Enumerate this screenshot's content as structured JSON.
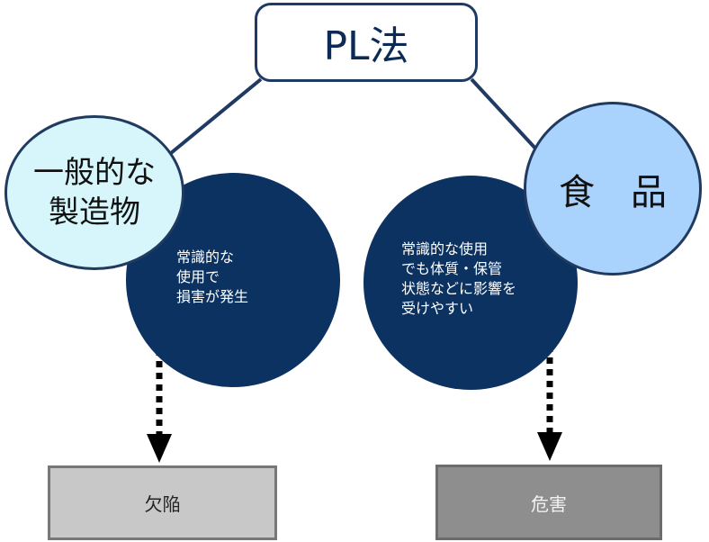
{
  "title": "PL法",
  "left": {
    "subject": "一般的な\n製造物",
    "description": "常識的な\n使用で\n損害が発生",
    "result": "欠陥"
  },
  "right": {
    "subject": "食　品",
    "description": "常識的な使用\nでも体質・保管\n状態などに影響を\n受けやすい",
    "result": "危害"
  },
  "colors": {
    "dark_navy": "#0b3260",
    "light_cyan": "#d7f6fb",
    "light_blue": "#a9d2fc",
    "gray_light": "#c8c8c8",
    "gray_dark": "#8e8e8e"
  }
}
